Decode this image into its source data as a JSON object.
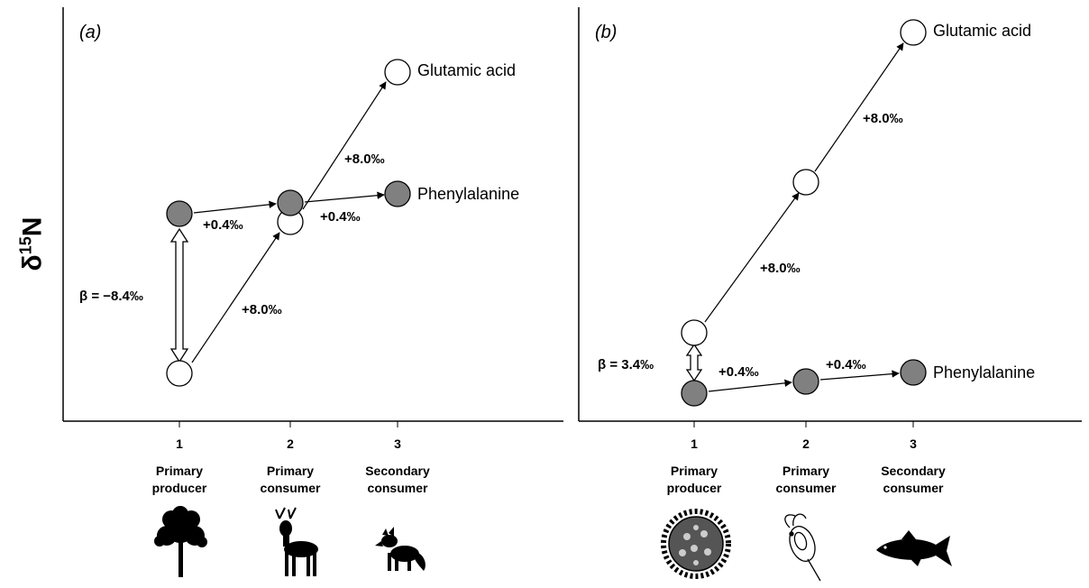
{
  "y_axis_label": {
    "symbol": "δ",
    "superscript": "15",
    "element": "N"
  },
  "colors": {
    "filled_node": "#808080",
    "open_node": "#ffffff",
    "stroke": "#000000"
  },
  "panels": [
    {
      "id": "a",
      "panel_label": "(a)",
      "beta_label": "β = −8.4‰",
      "labels": {
        "glu": "Glutamic acid",
        "phe": "Phenylalanine"
      },
      "edges": {
        "glu_1_2": "+8.0‰",
        "glu_2_3": "+8.0‰",
        "phe_1_2": "+0.4‰",
        "phe_2_3": "+0.4‰"
      },
      "ticks": [
        {
          "number": "1",
          "line1": "Primary",
          "line2": "producer",
          "icon": "tree-icon"
        },
        {
          "number": "2",
          "line1": "Primary",
          "line2": "consumer",
          "icon": "deer-icon"
        },
        {
          "number": "3",
          "line1": "Secondary",
          "line2": "consumer",
          "icon": "fox-icon"
        }
      ]
    },
    {
      "id": "b",
      "panel_label": "(b)",
      "beta_label": "β = 3.4‰",
      "labels": {
        "glu": "Glutamic acid",
        "phe": "Phenylalanine"
      },
      "edges": {
        "glu_1_2": "+8.0‰",
        "glu_2_3": "+8.0‰",
        "phe_1_2": "+0.4‰",
        "phe_2_3": "+0.4‰"
      },
      "ticks": [
        {
          "number": "1",
          "line1": "Primary",
          "line2": "producer",
          "icon": "phytoplankton-icon"
        },
        {
          "number": "2",
          "line1": "Primary",
          "line2": "consumer",
          "icon": "zooplankton-icon"
        },
        {
          "number": "3",
          "line1": "Secondary",
          "line2": "consumer",
          "icon": "fish-icon"
        }
      ]
    }
  ]
}
